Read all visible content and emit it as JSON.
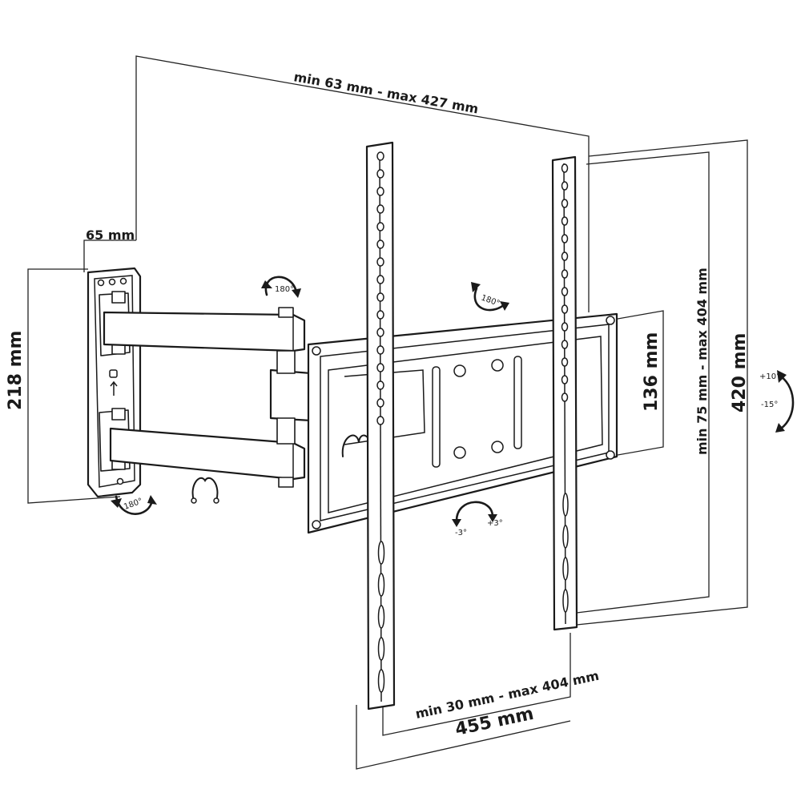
{
  "dimensions": {
    "arm_extension": "min 63 mm - max 427 mm",
    "wall_plate_width": "65 mm",
    "wall_plate_height": "218 mm",
    "tv_plate_height": "136 mm",
    "vesa_vertical": "min 75 mm - max 404 mm",
    "bracket_height": "420 mm",
    "vesa_horizontal": "min 30 mm - max 404 mm",
    "bracket_width": "455 mm"
  },
  "rotations": {
    "arm_top_swivel": "180°",
    "wall_bottom_swivel": "180°",
    "tv_swivel": "180°",
    "tilt_up": "+10°",
    "tilt_down": "-15°",
    "level_minus": "-3°",
    "level_plus": "+3°"
  }
}
